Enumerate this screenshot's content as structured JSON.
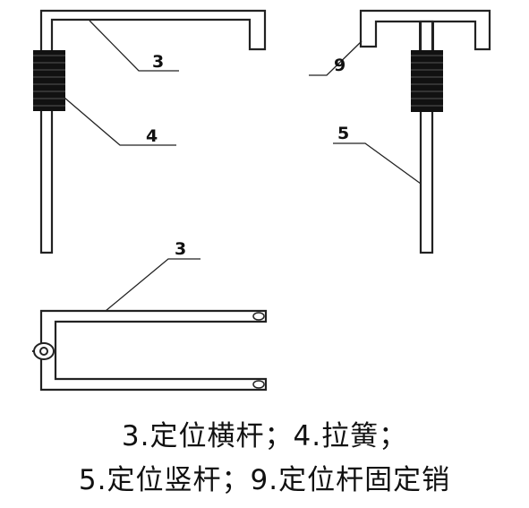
{
  "labels": {
    "top_left_bar": "3",
    "top_left_spring": "4",
    "top_right_pin": "9",
    "top_right_bar": "5",
    "bottom_bar": "3"
  },
  "caption": {
    "line1": "3.定位横杆；4.拉簧；",
    "line2": "5.定位竖杆；9.定位杆固定销"
  }
}
